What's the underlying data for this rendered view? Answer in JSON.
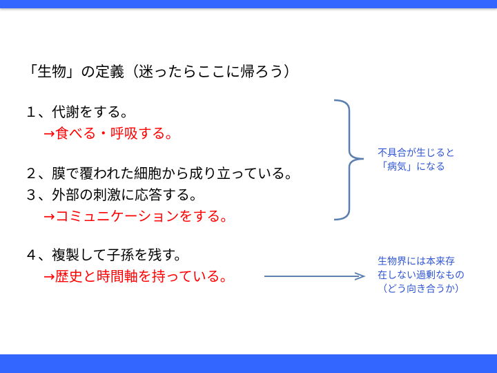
{
  "title": "「生物」の定義（迷ったらここに帰ろう）",
  "items": [
    {
      "text": "１、代謝をする。",
      "sub": "→食べる・呼吸する。"
    },
    {
      "text": "２、膜で覆われた細胞から成り立っている。"
    },
    {
      "text": "３、外部の刺激に応答する。",
      "sub": "→コミュニケーションをする。"
    },
    {
      "text": "４、複製して子孫を残す。",
      "sub": "→歴史と時間軸を持っている。"
    }
  ],
  "notes": {
    "brace_note": [
      "不具合が生じると",
      "「病気」になる"
    ],
    "arrow_note": [
      "生物界には本来存",
      "在しない過剰なもの",
      "（どう向き合うか）"
    ]
  },
  "colors": {
    "accent": "#3366ff",
    "highlight": "#ff0000",
    "note": "#2f55d4"
  }
}
